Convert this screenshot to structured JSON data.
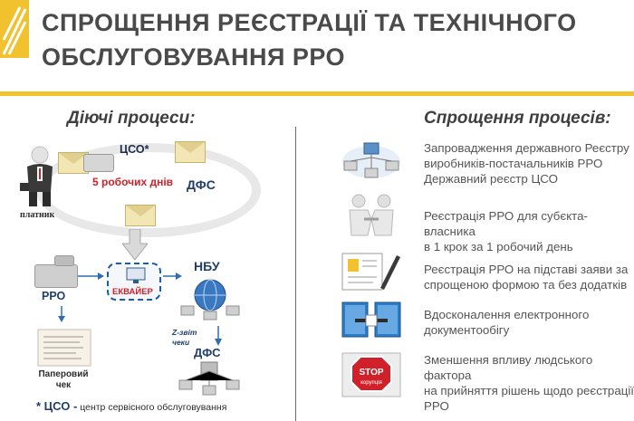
{
  "header": {
    "title_line1": "СПРОЩЕННЯ РЕЄСТРАЦІЇ ТА ТЕХНІЧНОГО",
    "title_line2": "ОБСЛУГОВУВАННЯ РРО",
    "accent_color": "#f2c12e"
  },
  "left": {
    "title": "Діючі процеси:",
    "payer_label": "платник",
    "cso_label": "ЦСО*",
    "dfs_top_label": "ДФС",
    "days_label": "5 робочих днів",
    "rro_label": "РРО",
    "acquirer_label": "ЕКВАЙЕР",
    "nbu_label": "НБУ",
    "zreport_label_1": "Z-звіт",
    "zreport_label_2": "чеки",
    "dfs_bottom_label": "ДФС",
    "paper_check_line1": "Паперовий",
    "paper_check_line2": "чек",
    "footnote_mark": "* ЦСО -",
    "footnote_text": "центр сервісного обслуговування"
  },
  "right": {
    "title": "Спрощення процесів:",
    "items": [
      {
        "icon": "registry-network-icon",
        "lines": [
          "Запровадження державного Реєстру",
          "виробників-постачальників РРО",
          "Державний реєстр ЦСО"
        ]
      },
      {
        "icon": "handshake-icon",
        "lines": [
          "Реєстрація РРО для субєкта-власника",
          "в 1 крок за 1 робочий день"
        ]
      },
      {
        "icon": "form-pen-icon",
        "lines": [
          "Реєстрація РРО на підставі заяви за",
          "спрощеною формою та без додатків"
        ]
      },
      {
        "icon": "document-exchange-icon",
        "lines": [
          "Вдосконалення електронного",
          "документообігу"
        ]
      },
      {
        "icon": "stop-corruption-icon",
        "stop_text": "STOP",
        "stop_sub": "корупція",
        "lines": [
          "Зменшення впливу людського фактора",
          "на прийняття рішень щодо реєстрації",
          "РРО"
        ]
      }
    ]
  }
}
